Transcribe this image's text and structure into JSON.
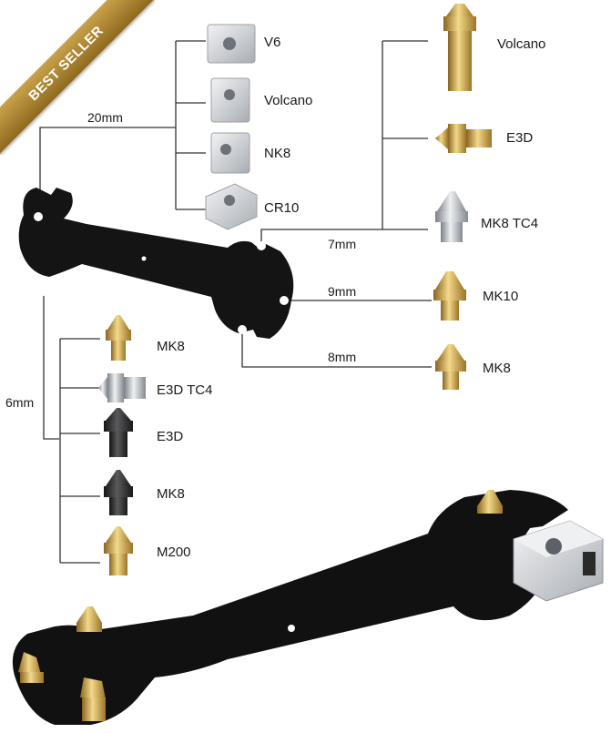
{
  "badge": {
    "text": "BEST SELLER",
    "color": "#b8902e"
  },
  "sizes": {
    "size_20": "20mm",
    "size_7": "7mm",
    "size_9": "9mm",
    "size_8": "8mm",
    "size_6": "6mm"
  },
  "heater_blocks": [
    "V6",
    "Volcano",
    "NK8",
    "CR10"
  ],
  "nozzles_top_right": [
    "Volcano",
    "E3D",
    "MK8 TC4"
  ],
  "nozzle_9mm": "MK10",
  "nozzle_8mm": "MK8",
  "nozzles_left": [
    "MK8",
    "E3D TC4",
    "E3D",
    "MK8",
    "M200"
  ],
  "colors": {
    "brass": "#c9a04a",
    "steel": "#b8bcc2",
    "hardened": "#2e2e30",
    "aluminum": "#c9cdd2",
    "wrench": "#141414"
  }
}
